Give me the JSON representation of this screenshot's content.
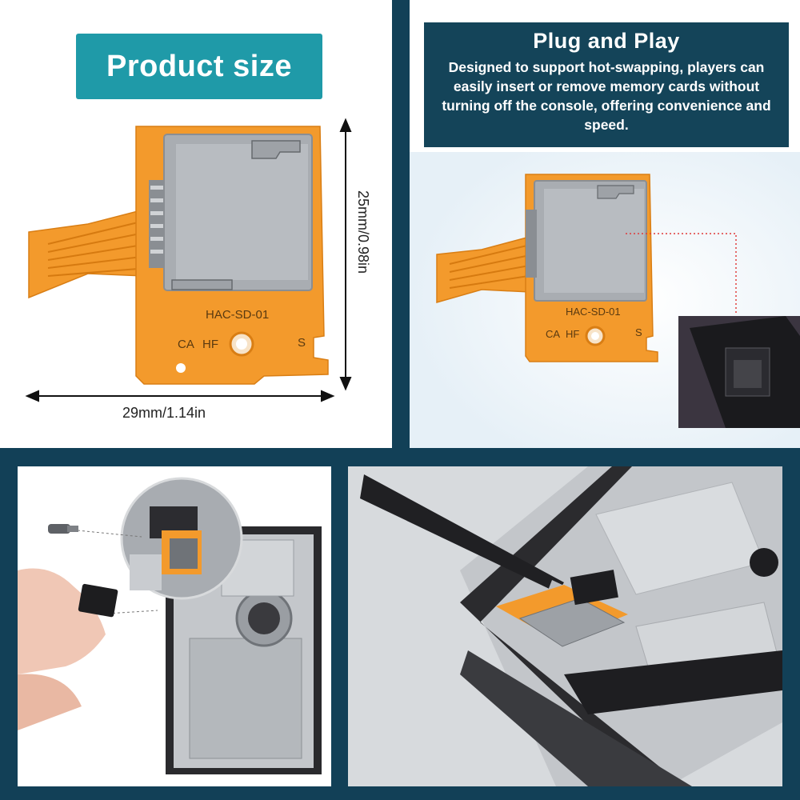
{
  "product_size": {
    "title": "Product size",
    "height_label": "25mm/0.98in",
    "width_label": "29mm/1.14in",
    "board_print": "HAC-SD-01",
    "board_marks": [
      "CA",
      "HF",
      "S"
    ]
  },
  "plug_and_play": {
    "title": "Plug and Play",
    "description": "Designed to support hot-swapping, players can easily insert or remove memory cards without turning off the console, offering convenience and speed.",
    "board_print": "HAC-SD-01",
    "board_marks": [
      "CA",
      "HF",
      "S"
    ]
  },
  "colors": {
    "teal_badge": "#1f9aa8",
    "navy": "#144459",
    "pcb_orange": "#f39a2c",
    "slot_silver": "#a9adb2"
  }
}
